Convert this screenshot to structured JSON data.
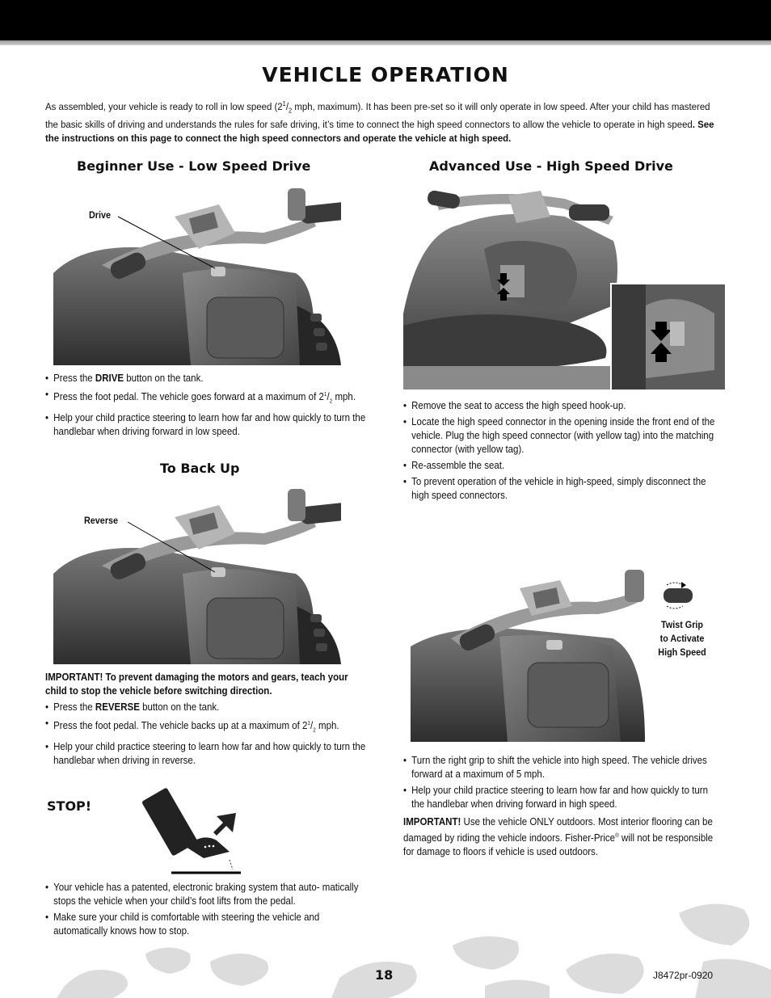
{
  "title": "VEHICLE OPERATION",
  "intro": {
    "part1": "As assembled, your vehicle is ready to roll in low speed (2",
    "frac_num": "1",
    "frac_den": "2",
    "part2": " mph, maximum). It has been pre-set so it will only operate in low speed. After your child has mastered the basic skills of driving and understands the rules for safe driving, it’s time to connect the high speed connectors to allow the vehicle to operate in high speed",
    "bold": ". See the instructions on this page to connect the high speed connectors and operate the vehicle at high speed."
  },
  "low_speed": {
    "heading": "Beginner Use - Low Speed Drive",
    "callout": "Drive",
    "b1_pre": "Press the ",
    "b1_bold": "DRIVE",
    "b1_post": " button on the tank.",
    "b2_pre": "Press the foot pedal. The vehicle goes forward at a maximum of 2",
    "b2_post": " mph.",
    "b3": "Help your child practice steering to learn how far and how quickly to turn the handlebar when driving forward in low speed."
  },
  "back_up": {
    "heading": "To Back Up",
    "callout": "Reverse",
    "important": "IMPORTANT! To prevent damaging the motors and gears, teach your child to stop the vehicle before switching direction.",
    "b1_pre": "Press the ",
    "b1_bold": "REVERSE",
    "b1_post": " button on the tank.",
    "b2_pre": "Press the foot pedal. The vehicle backs up at a maximum of 2",
    "b2_post": " mph.",
    "b3": "Help your child practice steering to learn how far and how quickly to turn the handlebar when driving in reverse."
  },
  "stop": {
    "heading": "STOP!",
    "b1": "Your vehicle has a patented, electronic braking system that auto- matically stops the vehicle when your child’s foot lifts from the pedal.",
    "b2": "Make sure your child is comfortable with steering the vehicle and automatically knows how to stop."
  },
  "high_speed": {
    "heading": "Advanced Use - High Speed Drive",
    "b1": "Remove the seat to access the high speed hook-up.",
    "b2": "Locate the high speed connector in the opening inside the front end of the vehicle. Plug the high speed connector (with yellow tag) into the matching connector (with yellow tag).",
    "b3": "Re-assemble the seat.",
    "b4": "To prevent operation of the vehicle in high-speed, simply disconnect the high speed connectors.",
    "callout_l1": "Twist Grip",
    "callout_l2": "to Activate",
    "callout_l3": "High Speed",
    "b5": "Turn the right grip to shift the vehicle into high speed. The vehicle drives forward at a maximum of 5 mph.",
    "b6": "Help your child practice steering to learn how far and how quickly to turn the handlebar when driving forward in high speed.",
    "important_bold": "IMPORTANT!",
    "important_1": " Use the vehicle ONLY outdoors. Most interior flooring can be damaged by riding the vehicle indoors. Fisher-Price",
    "important_reg": "®",
    "important_2": " will not be responsible for damage to floors if vehicle is used outdoors."
  },
  "footer": {
    "page": "18",
    "code": "J8472pr-0920"
  }
}
